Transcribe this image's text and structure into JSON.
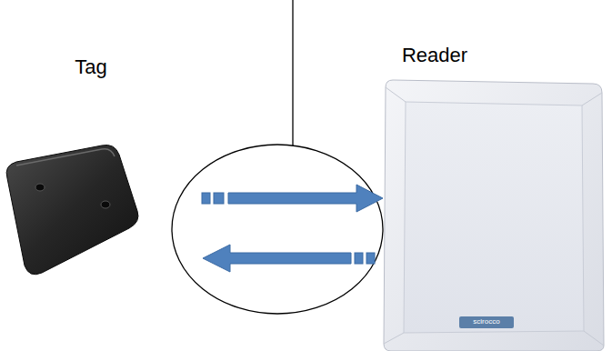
{
  "diagram": {
    "labels": [
      "Tag",
      "Reader",
      "scirocco"
    ]
  }
}
